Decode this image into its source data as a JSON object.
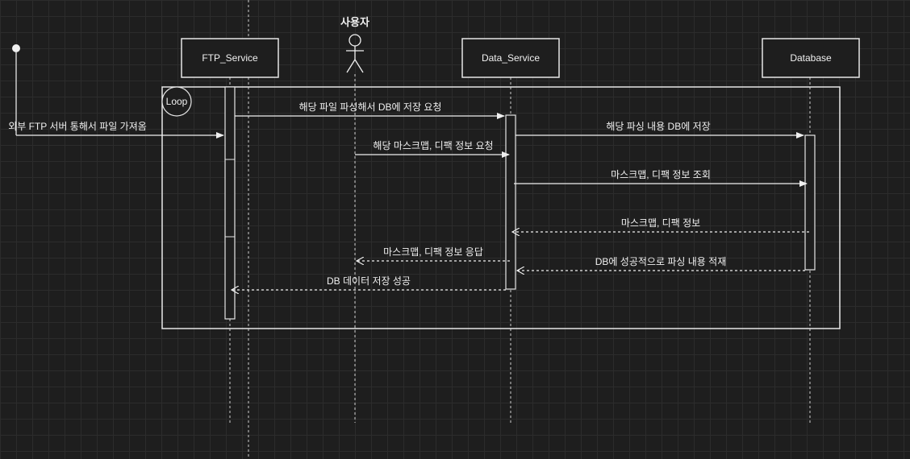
{
  "participants": {
    "ftp": "FTP_Service",
    "data": "Data_Service",
    "db": "Database",
    "user": "사용자"
  },
  "loop_label": "Loop",
  "messages": {
    "m_external": "외부 FTP 서버 통해서 파일 가져옴",
    "m1": "해당 파일 파싱해서 DB에 저장 요청",
    "m2": "해당 파싱 내용 DB에 저장",
    "m3": "해당 마스크맵, 디팩 정보 요청",
    "m4": "마스크맵, 디팩 정보 조회",
    "m5": "마스크맵, 디팩 정보",
    "m6": "마스크맵, 디팩 정보 응답",
    "m7": "DB에 성공적으로 파싱 내용 적재",
    "m8": "DB 데이터 저장 성공"
  }
}
